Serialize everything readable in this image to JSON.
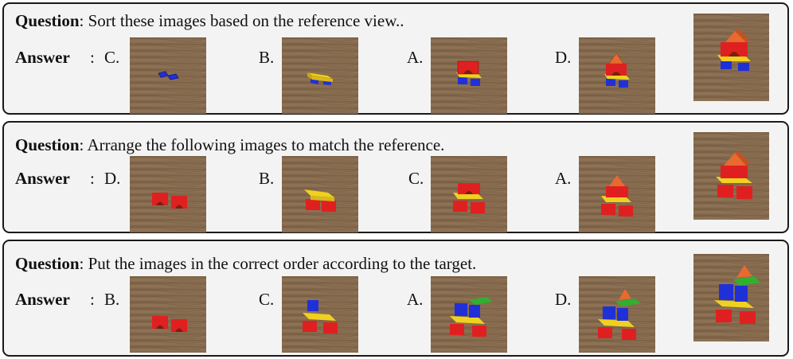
{
  "panels": [
    {
      "question_label": "Question",
      "question_text": ": Sort these images based on the reference view..",
      "answer_label": "Answer",
      "answer_colon": ":",
      "letters": [
        "C.",
        "B.",
        "A.",
        "D."
      ]
    },
    {
      "question_label": "Question",
      "question_text": ": Arrange the following images to match the reference.",
      "answer_label": "Answer",
      "answer_colon": ":",
      "letters": [
        "D.",
        "B.",
        "C.",
        "A."
      ]
    },
    {
      "question_label": "Question",
      "question_text": ": Put the images in the correct order according to the target.",
      "answer_label": "Answer",
      "answer_colon": ":",
      "letters": [
        "B.",
        "C.",
        "A.",
        "D."
      ]
    }
  ],
  "colors": {
    "wood": "#8a6e50",
    "wood_dark": "#6e563c",
    "red": "#e02020",
    "yellow": "#f0d020",
    "blue": "#2030d8",
    "green": "#30b030",
    "orange": "#e86a30"
  }
}
